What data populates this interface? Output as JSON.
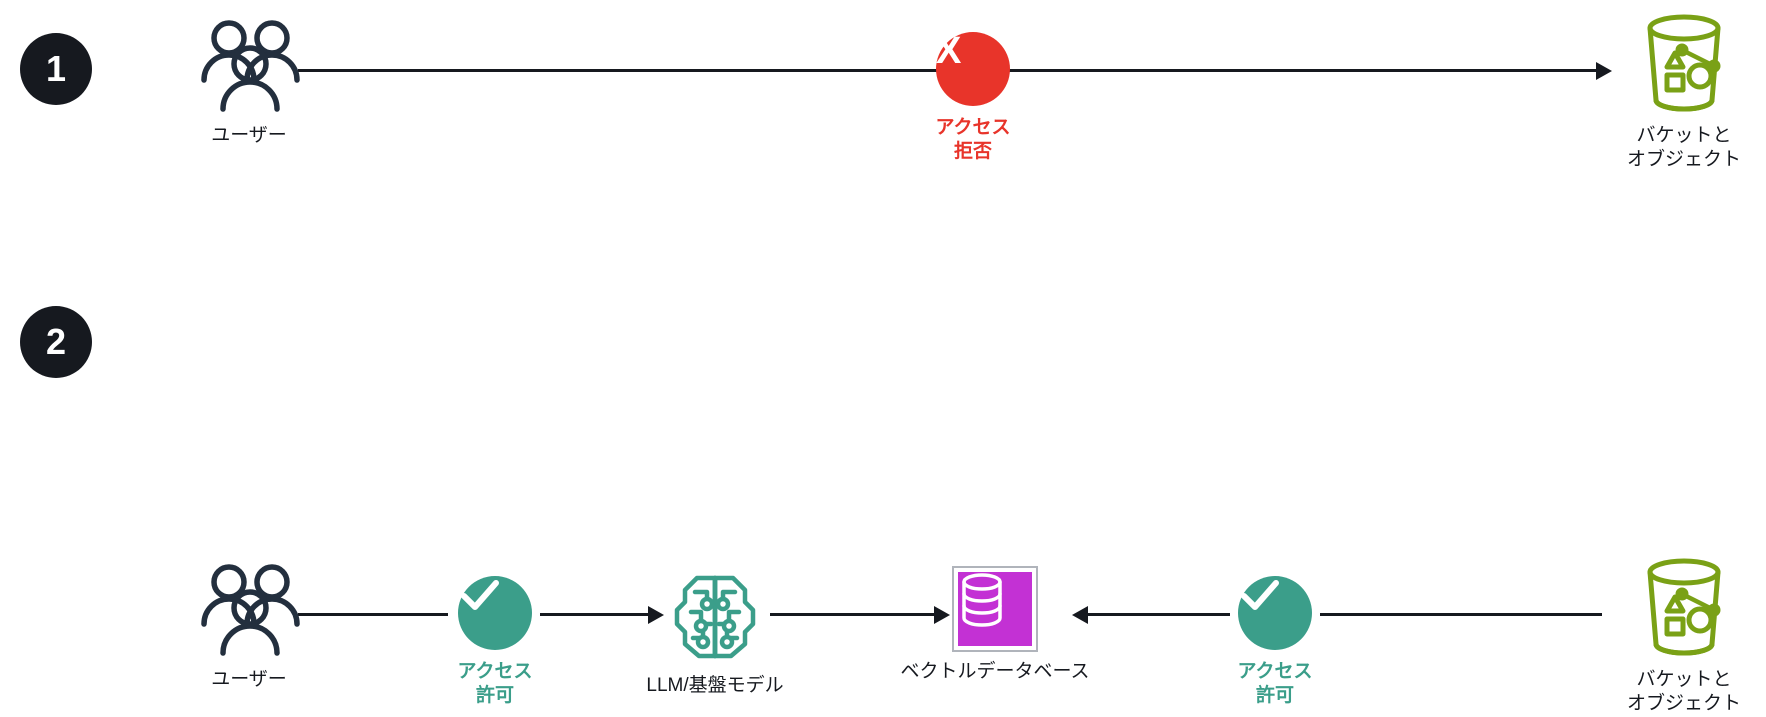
{
  "diagram": {
    "title": "",
    "colors": {
      "badge": "#16191f",
      "deny": "#e8342a",
      "allow": "#3b9e8a",
      "bucket": "#7aa116",
      "vector_db": "#c331d4",
      "line": "#16191f",
      "background": "#ffffff"
    },
    "rows": [
      {
        "badge": "1",
        "nodes": [
          {
            "id": "users",
            "icon": "users-group-icon",
            "label": "ユーザー"
          },
          {
            "id": "access-denied",
            "icon": "x-mark-icon",
            "label": "アクセス\n拒否",
            "mark": "X"
          },
          {
            "id": "bucket",
            "icon": "s3-bucket-icon",
            "label": "バケットと\nオブジェクト"
          }
        ]
      },
      {
        "badge": "2",
        "nodes": [
          {
            "id": "users",
            "icon": "users-group-icon",
            "label": "ユーザー"
          },
          {
            "id": "access-allowed-left",
            "icon": "check-mark-icon",
            "label": "アクセス\n許可",
            "mark": "✓"
          },
          {
            "id": "llm",
            "icon": "brain-circuit-icon",
            "label": "LLM/基盤モデル"
          },
          {
            "id": "vector-db",
            "icon": "database-cylinder-icon",
            "label": "ベクトルデータベース"
          },
          {
            "id": "access-allowed-right",
            "icon": "check-mark-icon",
            "label": "アクセス\n許可",
            "mark": "✓"
          },
          {
            "id": "bucket",
            "icon": "s3-bucket-icon",
            "label": "バケットと\nオブジェクト"
          }
        ]
      }
    ]
  }
}
